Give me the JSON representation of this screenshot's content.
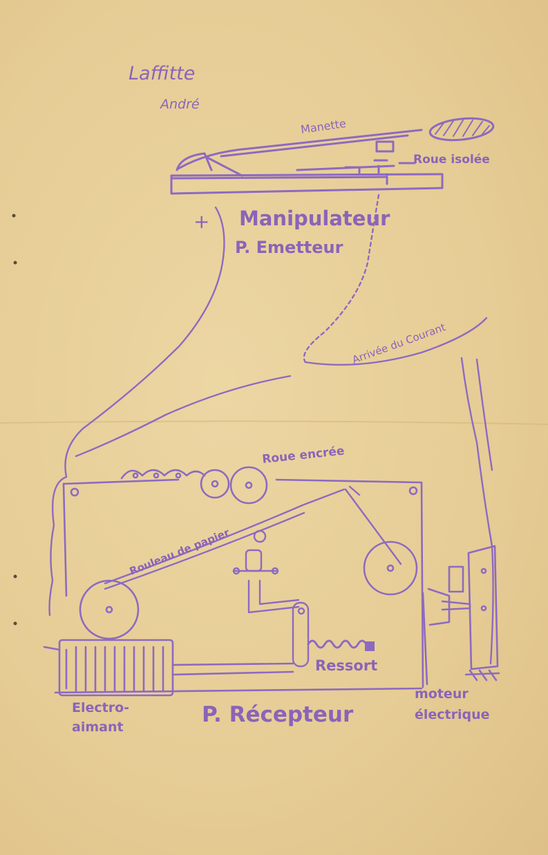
{
  "author": {
    "surname": "Laffitte",
    "firstname": "André"
  },
  "emitter": {
    "lever_label": "Manette",
    "wheel_label": "Roue isolée",
    "device_label": "Manipulateur",
    "post_label": "P. Emetteur",
    "plus_sign": "+",
    "current_label": "Arrivée du Courant"
  },
  "receiver": {
    "inked_wheel_label": "Roue encrée",
    "paper_roll_label": "Rouleau de papier",
    "spring_label": "Ressort",
    "electromagnet_label": "Electro-aimant",
    "post_label": "P. Récepteur",
    "motor_label": "moteur électrique"
  },
  "colors": {
    "ink": "#8d6ac0",
    "paper": "#e8cf98"
  }
}
